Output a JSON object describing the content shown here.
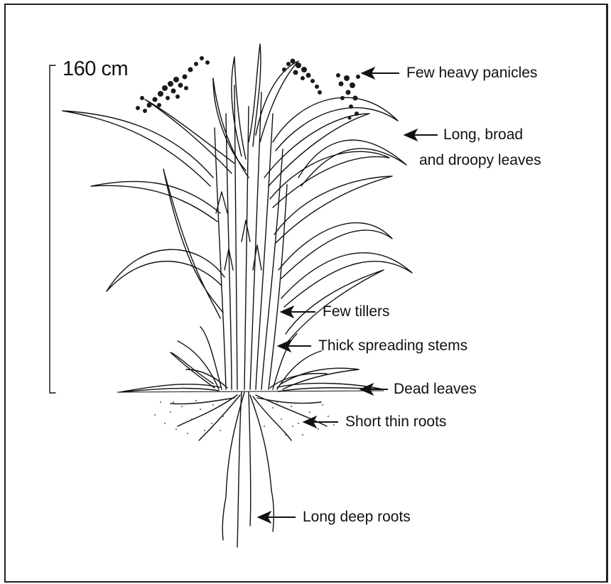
{
  "scale": {
    "height_label": "160 cm"
  },
  "annotations": [
    {
      "id": "panicles",
      "text": "Few heavy panicles"
    },
    {
      "id": "leaves-1",
      "text": "Long, broad"
    },
    {
      "id": "leaves-2",
      "text": "and droopy leaves"
    },
    {
      "id": "tillers",
      "text": "Few tillers"
    },
    {
      "id": "stems",
      "text": "Thick spreading stems"
    },
    {
      "id": "dead-leaves",
      "text": "Dead leaves"
    },
    {
      "id": "short-roots",
      "text": "Short thin roots"
    },
    {
      "id": "deep-roots",
      "text": "Long deep roots"
    }
  ],
  "colors": {
    "ink": "#111111",
    "soil": "#555555",
    "panicle": "#1a1a1a"
  }
}
